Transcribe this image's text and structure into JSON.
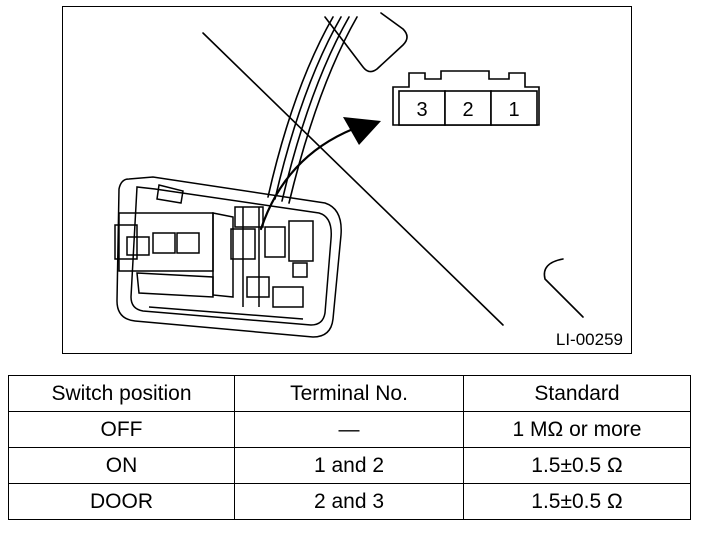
{
  "figure": {
    "id": "LI-00259",
    "connector_terminals": [
      "3",
      "2",
      "1"
    ]
  },
  "table": {
    "headers": [
      "Switch position",
      "Terminal No.",
      "Standard"
    ],
    "rows": [
      [
        "OFF",
        "—",
        "1 MΩ or more"
      ],
      [
        "ON",
        "1 and 2",
        "1.5±0.5 Ω"
      ],
      [
        "DOOR",
        "2 and 3",
        "1.5±0.5 Ω"
      ]
    ]
  }
}
